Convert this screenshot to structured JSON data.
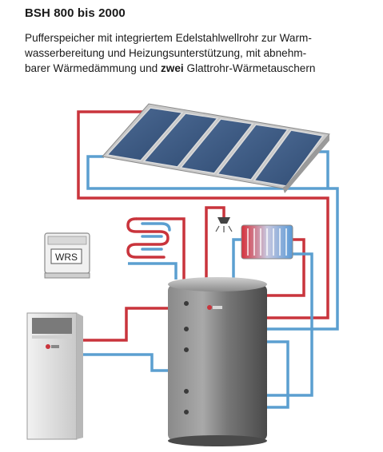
{
  "header": {
    "title": "BSH 800 bis 2000",
    "description_line1": "Pufferspeicher mit integriertem Edelstahlwellrohr zur Warm-",
    "description_line2": "wasserbereitung und Heizungsunterstützung, mit abnehm-",
    "description_line3_pre": "barer Wärmedämmung und ",
    "description_line3_bold": "zwei",
    "description_line3_post": " Glattrohr-Wärmetauschern"
  },
  "controller": {
    "label": "WRS"
  },
  "colors": {
    "pipe_hot": "#c9343c",
    "pipe_cold": "#5b9fd0",
    "tank_body": "#6e6e6e",
    "panel": "#3d5a84",
    "boiler": "#e6e6e6"
  }
}
